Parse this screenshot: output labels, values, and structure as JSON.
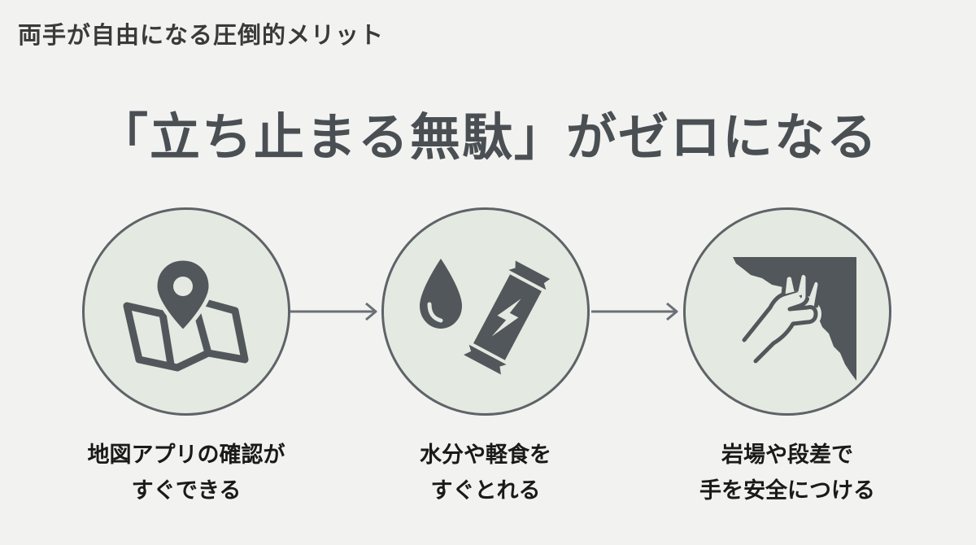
{
  "header": {
    "title": "両手が自由になる圧倒的メリット"
  },
  "headline": "「立ち止まる無駄」がゼロになる",
  "colors": {
    "background": "#f2f2f0",
    "circle_fill": "#e4e9e1",
    "icon": "#52575b",
    "arrow": "#6b7074"
  },
  "steps": [
    {
      "icon": "map-pin-icon",
      "caption_line1": "地図アプリの確認が",
      "caption_line2": "すぐできる"
    },
    {
      "icon": "water-drop-energy-bar-icon",
      "caption_line1": "水分や軽食を",
      "caption_line2": "すぐとれる"
    },
    {
      "icon": "hand-on-rock-icon",
      "caption_line1": "岩場や段差で",
      "caption_line2": "手を安全につける"
    }
  ]
}
